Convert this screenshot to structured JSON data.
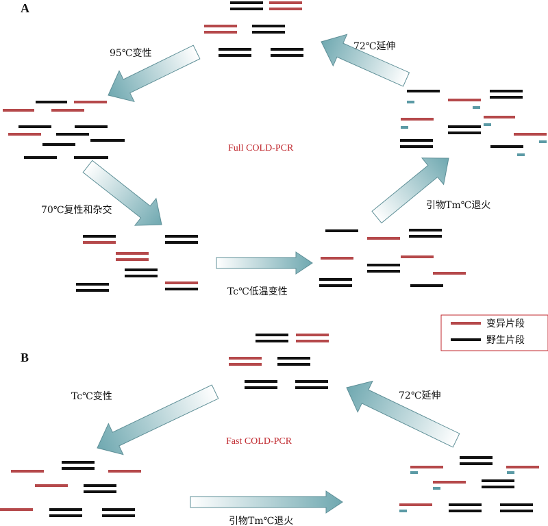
{
  "panel_a": {
    "letter": "A",
    "title": "Full COLD-PCR",
    "steps": {
      "denature": "95℃变性",
      "anneal": "70℃复性和杂交",
      "low_temp_denature": "Tc℃低温变性",
      "primer_anneal": "引物Tm℃退火",
      "extend": "72℃延伸"
    }
  },
  "panel_b": {
    "letter": "B",
    "title": "Fast COLD-PCR",
    "steps": {
      "denature": "Tc℃变性",
      "primer_anneal": "引物Tm℃退火",
      "extend": "72℃延伸"
    }
  },
  "legend": {
    "mutant": "变异片段",
    "wildtype": "野生片段"
  },
  "colors": {
    "mutant": "#b5494b",
    "wildtype": "#111111",
    "primer": "#5b9aa5",
    "arrow": "#7fb2b9",
    "title": "#c0272d"
  }
}
